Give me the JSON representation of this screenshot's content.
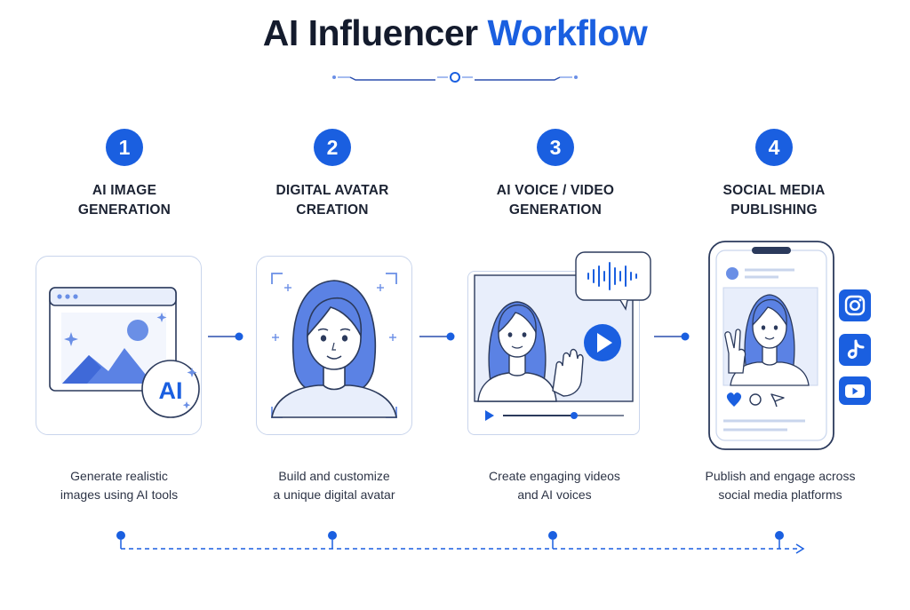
{
  "title": {
    "main": "AI Influencer",
    "accent": "Workflow"
  },
  "colors": {
    "accent": "#1a5fe0",
    "light_blue": "#e8eefb",
    "mid_blue": "#6a8fe6",
    "line": "#2b3a5c"
  },
  "steps": [
    {
      "number": "1",
      "title_line1": "AI IMAGE",
      "title_line2": "GENERATION",
      "desc_line1": "Generate realistic",
      "desc_line2": "images using AI tools",
      "badge": "AI",
      "icon": "image-generation-icon"
    },
    {
      "number": "2",
      "title_line1": "DIGITAL AVATAR",
      "title_line2": "CREATION",
      "desc_line1": "Build and customize",
      "desc_line2": "a unique digital avatar",
      "icon": "avatar-icon"
    },
    {
      "number": "3",
      "title_line1": "AI VOICE / VIDEO",
      "title_line2": "GENERATION",
      "desc_line1": "Create engaging videos",
      "desc_line2": "and AI voices",
      "icon": "video-icon"
    },
    {
      "number": "4",
      "title_line1": "SOCIAL MEDIA",
      "title_line2": "PUBLISHING",
      "desc_line1": "Publish and engage across",
      "desc_line2": "social media platforms",
      "icon": "phone-icon"
    }
  ],
  "social_icons": [
    "instagram-icon",
    "tiktok-icon",
    "youtube-icon"
  ]
}
